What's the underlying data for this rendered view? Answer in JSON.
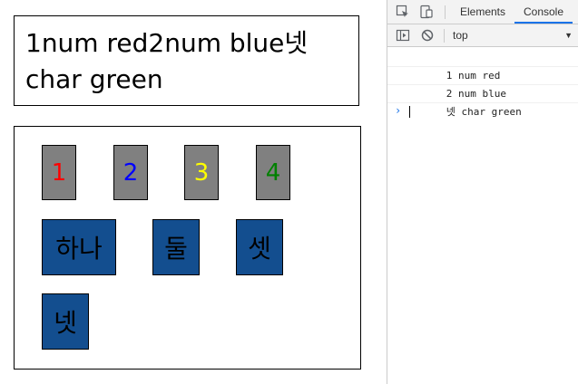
{
  "output": {
    "segments": [
      {
        "text": "1num red"
      },
      {
        "text": "2num blue"
      },
      {
        "text": "넷"
      },
      {
        "text": " char green"
      }
    ]
  },
  "num_boxes": [
    {
      "label": "1",
      "color": "#ff0000"
    },
    {
      "label": "2",
      "color": "#0000ff"
    },
    {
      "label": "3",
      "color": "#ffff00"
    },
    {
      "label": "4",
      "color": "#008000"
    }
  ],
  "char_boxes": [
    {
      "label": "하나"
    },
    {
      "label": "둘"
    },
    {
      "label": "셋"
    },
    {
      "label": "넷"
    }
  ],
  "colors": {
    "num_box_bg": "#808080",
    "char_box_bg": "#134e8f",
    "devtools_accent": "#1a73e8"
  },
  "devtools": {
    "tabs": [
      {
        "label": "Elements",
        "active": false
      },
      {
        "label": "Console",
        "active": true
      }
    ],
    "icons": [
      "inspect-element-icon",
      "device-toolbar-icon",
      "more-tabs-icon",
      "sidebar-toggle-icon",
      "clear-console-icon"
    ],
    "context": {
      "label": "top"
    },
    "console_lines": [
      {
        "text": "1 num red"
      },
      {
        "text": "2 num blue"
      },
      {
        "text": "넷 char green"
      }
    ],
    "prompt_symbol": "›"
  }
}
